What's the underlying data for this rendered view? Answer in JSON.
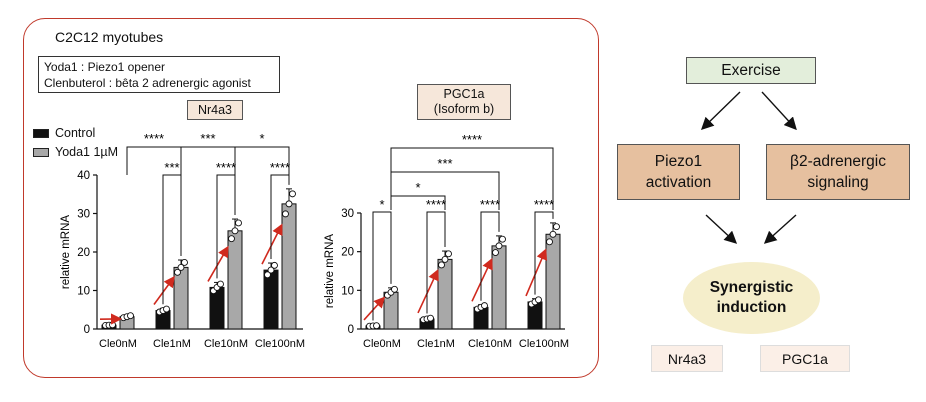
{
  "panel": {
    "title": "C2C12 myotubes",
    "definitions": [
      "Yoda1 : Piezo1 opener",
      "Clenbuterol : bêta 2 adrenergic agonist"
    ]
  },
  "legend": [
    {
      "label": "Control",
      "color": "#111111"
    },
    {
      "label": "Yoda1 1µM",
      "color": "#a8a8a8"
    }
  ],
  "chart_data": [
    {
      "type": "bar",
      "title": "Nr4a3",
      "ylabel": "relative mRNA",
      "ylim": [
        0,
        40
      ],
      "yticks": [
        "0",
        "10",
        "20",
        "30",
        "40"
      ],
      "categories": [
        "Cle0nM",
        "Cle1nM",
        "Cle10nM",
        "Cle100nM"
      ],
      "series": [
        {
          "name": "Control",
          "values": [
            1.0,
            4.8,
            10.8,
            15.3
          ]
        },
        {
          "name": "Yoda1 1µM",
          "values": [
            3.2,
            16.0,
            25.5,
            32.5
          ]
        }
      ],
      "significance_within": [
        "",
        "***",
        "****",
        "****"
      ],
      "significance_between": [
        "****",
        "***",
        "*"
      ]
    },
    {
      "type": "bar",
      "title": "PGC1a\n(Isoform b)",
      "ylabel": "relative mRNA",
      "ylim": [
        0,
        30
      ],
      "yticks": [
        "0",
        "10",
        "20",
        "30"
      ],
      "categories": [
        "Cle0nM",
        "Cle1nM",
        "Cle10nM",
        "Cle100nM"
      ],
      "series": [
        {
          "name": "Control",
          "values": [
            0.8,
            2.6,
            5.6,
            7.0
          ]
        },
        {
          "name": "Yoda1 1µM",
          "values": [
            9.5,
            18.0,
            21.5,
            24.5
          ]
        }
      ],
      "significance_within": [
        "*",
        "****",
        "****",
        "****"
      ],
      "significance_vs_yoda_cle0": [
        "*",
        "***",
        "****"
      ]
    }
  ],
  "flow": {
    "exercise": "Exercise",
    "piezo": "Piezo1\nactivation",
    "beta": "β2-adrenergic\nsignaling",
    "synergy": "Synergistic\ninduction",
    "outputs": [
      "Nr4a3",
      "PGC1a"
    ]
  }
}
